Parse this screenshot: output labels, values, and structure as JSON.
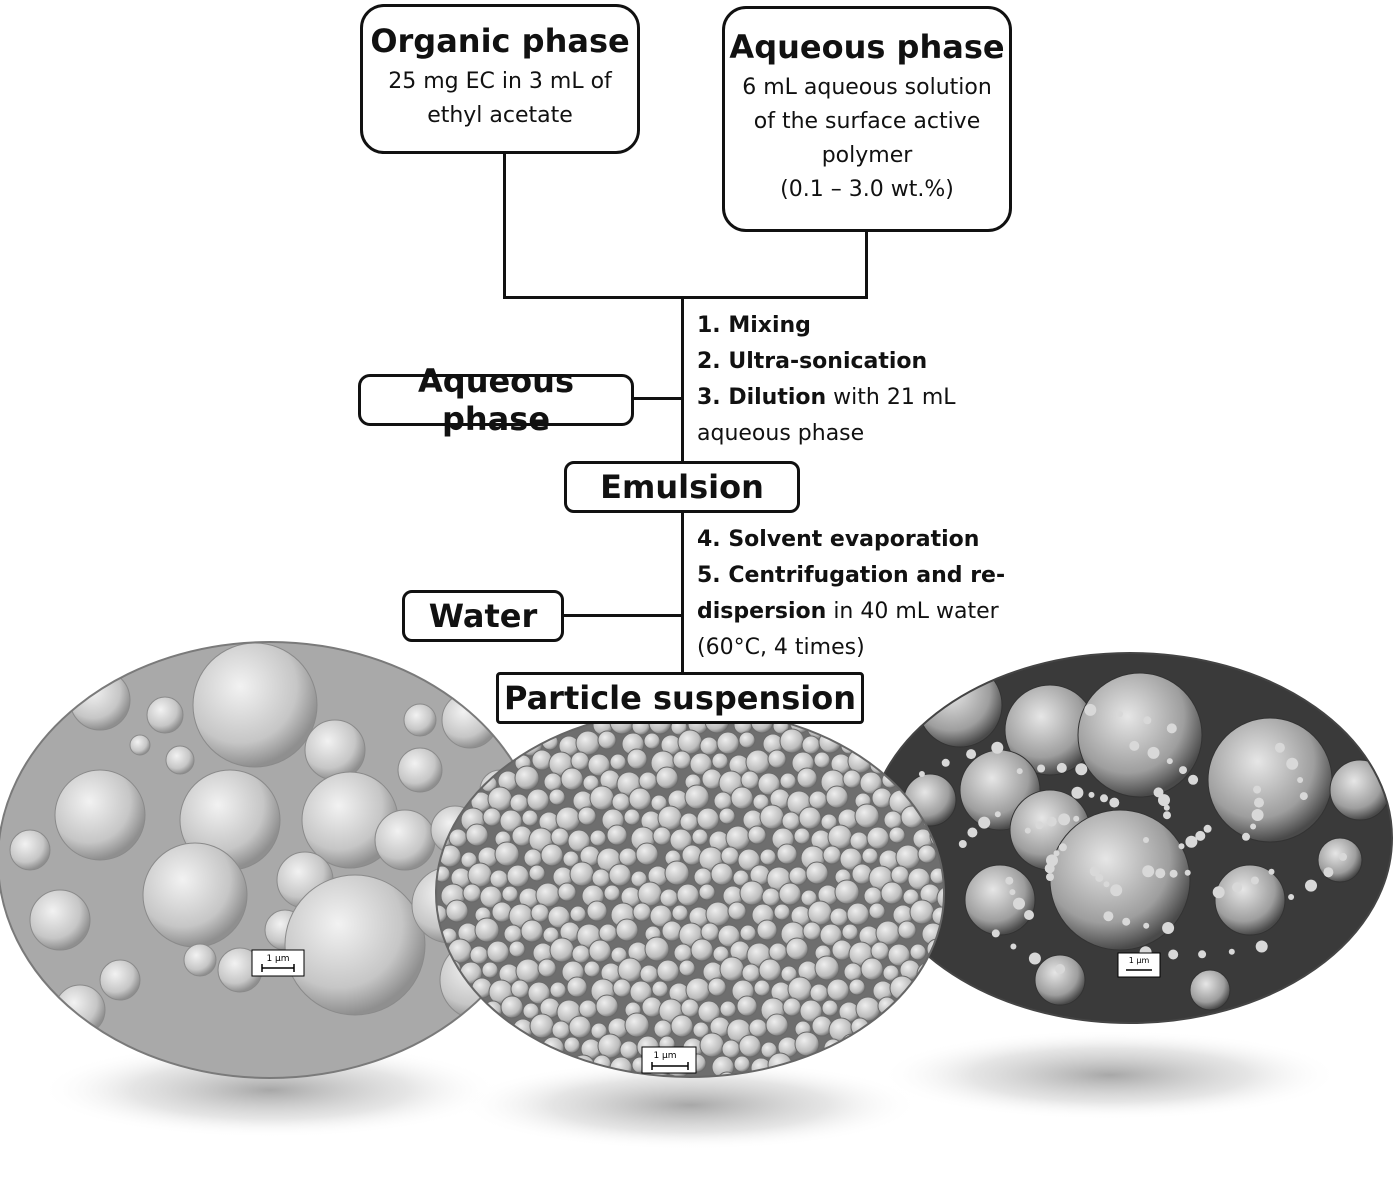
{
  "organic": {
    "title": "Organic phase",
    "line1": "25 mg EC in 3 mL of",
    "line2": "ethyl acetate"
  },
  "aqueous_top": {
    "title": "Aqueous phase",
    "line1": "6 mL aqueous solution",
    "line2": "of the surface active",
    "line3": "polymer",
    "line4": "(0.1 – 3.0 wt.%)"
  },
  "aqueous_side": {
    "label": "Aqueous phase"
  },
  "steps_a": {
    "s1": "1. Mixing",
    "s2": "2. Ultra-sonication",
    "s3_bold": "3. Dilution",
    "s3_rest": " with 21 mL",
    "s3_cont": "aqueous phase"
  },
  "emulsion": {
    "label": "Emulsion"
  },
  "steps_b": {
    "s4": "4. Solvent evaporation",
    "s5_bold": "5. Centrifugation and re-",
    "s5_bold2": "dispersion",
    "s5_rest": " in 40 mL water",
    "s5_cont": "(60°C, 4 times)"
  },
  "water": {
    "label": "Water"
  },
  "particle": {
    "label": "Particle suspension"
  },
  "scale_bars": {
    "left": "1 µm",
    "center": "1 µm",
    "right": "1 µm"
  }
}
